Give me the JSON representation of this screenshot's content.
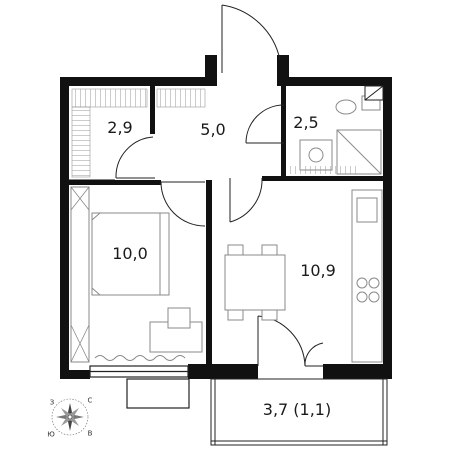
{
  "rooms": {
    "wardrobe": "2,9",
    "hall": "5,0",
    "bathroom": "2,5",
    "bedroom": "10,0",
    "kitchen_living": "10,9",
    "balcony": "3,7 (1,1)"
  },
  "compass": {
    "north": "С",
    "south": "Ю",
    "west": "З",
    "east": "В"
  },
  "colors": {
    "wall": "#111111",
    "thin_line": "#222222",
    "furniture": "#8a8a8a",
    "hatch": "#9a9a9a"
  }
}
